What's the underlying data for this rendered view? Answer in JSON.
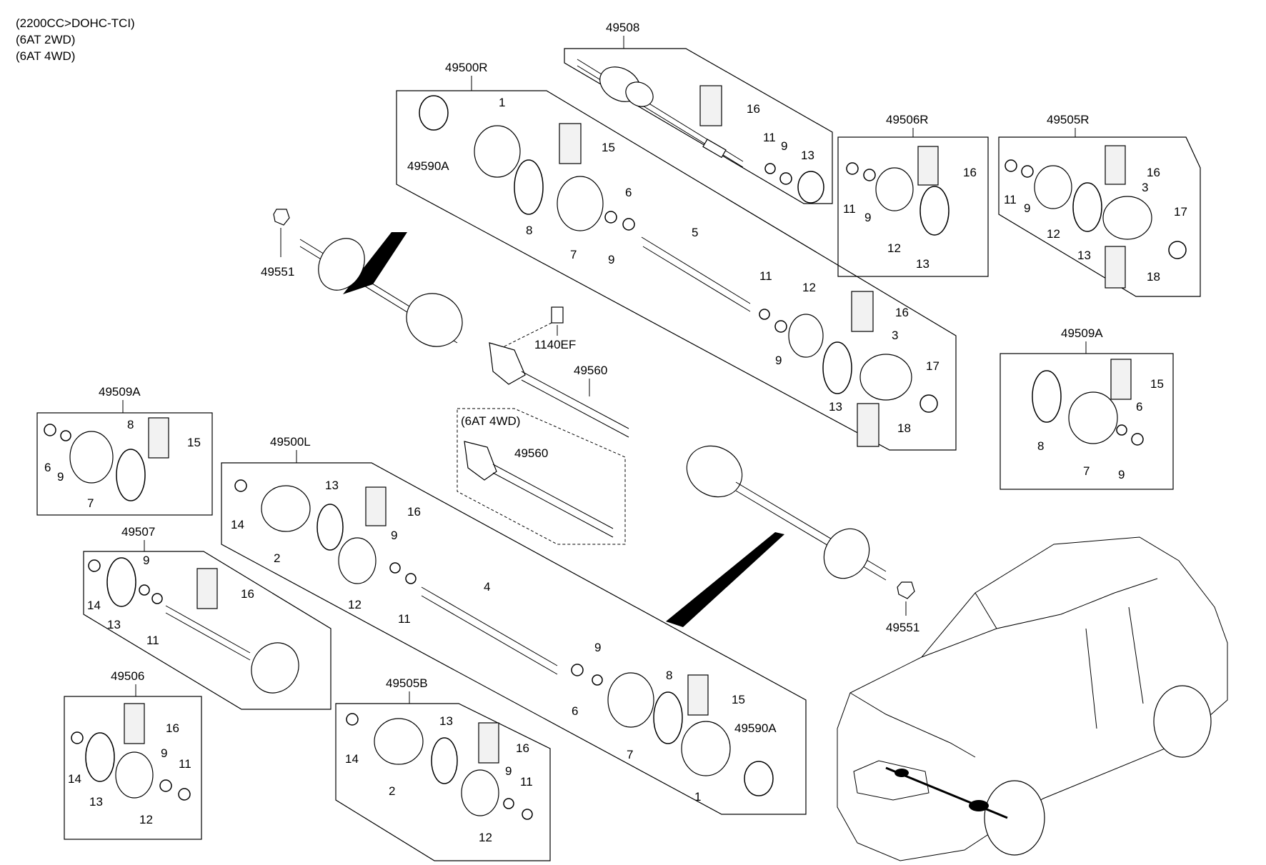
{
  "header": {
    "line1": "(2200CC>DOHC-TCI)",
    "line2": "(6AT 2WD)",
    "line3": "(6AT 4WD)"
  },
  "groups": {
    "g49508": "49508",
    "g49500R": "49500R",
    "g49506R": "49506R",
    "g49505R": "49505R",
    "g49509A_right": "49509A",
    "g49509A_left": "49509A",
    "g49500L": "49500L",
    "g49507": "49507",
    "g49506": "49506",
    "g49505B": "49505B",
    "g6at4wd": "(6AT 4WD)"
  },
  "callouts": {
    "r_49590A": "49590A",
    "r_1": "1",
    "r_15": "15",
    "r_8": "8",
    "r_7": "7",
    "r_6": "6",
    "r_9": "9",
    "r_5": "5",
    "r_11": "11",
    "r_12": "12",
    "r_16": "16",
    "r_9b": "9",
    "r_3": "3",
    "r_13": "13",
    "r_17": "17",
    "r_18": "18",
    "t_16": "16",
    "t_11": "11",
    "t_9": "9",
    "t_13": "13",
    "a_16": "16",
    "a_11": "11",
    "a_9": "9",
    "a_12": "12",
    "a_13": "13",
    "b_16": "16",
    "b_11": "11",
    "b_9": "9",
    "b_3": "3",
    "b_12": "12",
    "b_13": "13",
    "b_17": "17",
    "b_18": "18",
    "c_15": "15",
    "c_8": "8",
    "c_6": "6",
    "c_7": "7",
    "c_9": "9",
    "m_49551a": "49551",
    "m_1140EF": "1140EF",
    "m_49560": "49560",
    "m_49560b": "49560",
    "m_49551b": "49551",
    "d_6": "6",
    "d_9": "9",
    "d_7": "7",
    "d_8": "8",
    "d_15": "15",
    "l_14": "14",
    "l_2": "2",
    "l_13": "13",
    "l_16": "16",
    "l_12": "12",
    "l_9": "9",
    "l_11": "11",
    "l_4": "4",
    "l_9b": "9",
    "l_8": "8",
    "l_15": "15",
    "l_6": "6",
    "l_7": "7",
    "l_49590A": "49590A",
    "l_1": "1",
    "e_9": "9",
    "e_14": "14",
    "e_13": "13",
    "e_11": "11",
    "e_16": "16",
    "f_16": "16",
    "f_14": "14",
    "f_13": "13",
    "f_9": "9",
    "f_11": "11",
    "f_12": "12",
    "h_14": "14",
    "h_13": "13",
    "h_16": "16",
    "h_2": "2",
    "h_9": "9",
    "h_11": "11",
    "h_12": "12"
  }
}
